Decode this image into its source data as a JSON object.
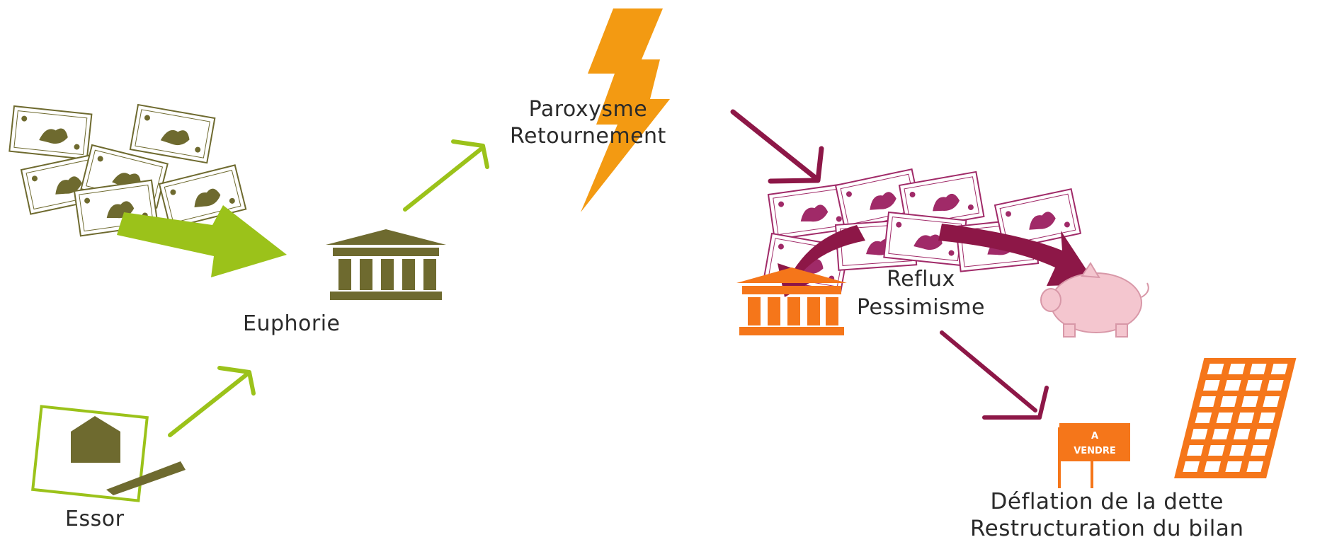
{
  "colors": {
    "green": "#9bc21a",
    "olive": "#6e6a2f",
    "orange": "#f5761a",
    "amber": "#f39a12",
    "maroon": "#8d1747",
    "pink": "#f4c6cf",
    "bill_green_ink": "#6e6a2f",
    "bill_maroon_ink": "#a02a68"
  },
  "stages": {
    "essor": {
      "label": "Essor",
      "icon": "house-with-pen-icon"
    },
    "euphorie": {
      "label": "Euphorie",
      "icon": "bank-icon"
    },
    "paroxysme": {
      "line1": "Paroxysme",
      "line2": "Retournement",
      "icon": "lightning-bolt-icon"
    },
    "reflux": {
      "line1": "Reflux",
      "line2": "Pessimisme",
      "icons": [
        "bank-icon",
        "piggy-bank-icon"
      ]
    },
    "deflation": {
      "line1": "Déflation de la dette",
      "line2": "Restructuration du bilan",
      "icons": [
        "for-sale-sign-icon",
        "building-icon"
      ]
    }
  },
  "sign": {
    "line1": "A",
    "line2": "VENDRE"
  }
}
